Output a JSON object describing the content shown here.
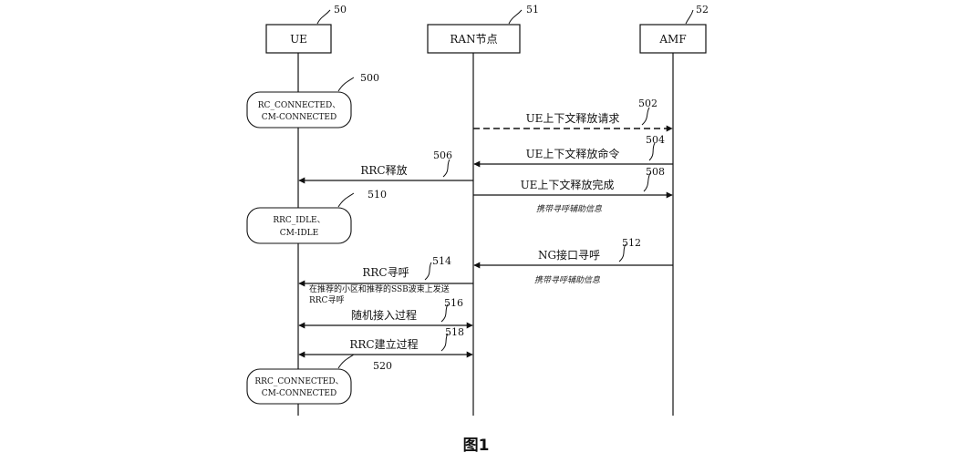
{
  "entities": {
    "ue": {
      "label": "UE",
      "ref": "50"
    },
    "ran": {
      "label": "RAN节点",
      "ref": "51"
    },
    "amf": {
      "label": "AMF",
      "ref": "52"
    }
  },
  "states": {
    "s500": {
      "line1": "RC_CONNECTED、",
      "line2": "CM-CONNECTED",
      "ref": "500"
    },
    "s510": {
      "line1": "RRC_IDLE、",
      "line2": "CM-IDLE",
      "ref": "510"
    },
    "s520": {
      "line1": "RRC_CONNECTED、",
      "line2": "CM-CONNECTED",
      "ref": "520"
    }
  },
  "messages": {
    "m502": {
      "label": "UE上下文释放请求",
      "ref": "502"
    },
    "m504": {
      "label": "UE上下文释放命令",
      "ref": "504"
    },
    "m506": {
      "label": "RRC释放",
      "ref": "506"
    },
    "m508": {
      "label": "UE上下文释放完成",
      "ref": "508",
      "note": "携带寻呼辅助信息"
    },
    "m512": {
      "label": "NG接口寻呼",
      "ref": "512",
      "note": "携带寻呼辅助信息"
    },
    "m514": {
      "label": "RRC寻呼",
      "ref": "514",
      "note1": "在推荐的小区和推荐的SSB波束上发送",
      "note2": "RRC寻呼"
    },
    "m516": {
      "label": "随机接入过程",
      "ref": "516"
    },
    "m518": {
      "label": "RRC建立过程",
      "ref": "518"
    }
  },
  "caption": "图1"
}
